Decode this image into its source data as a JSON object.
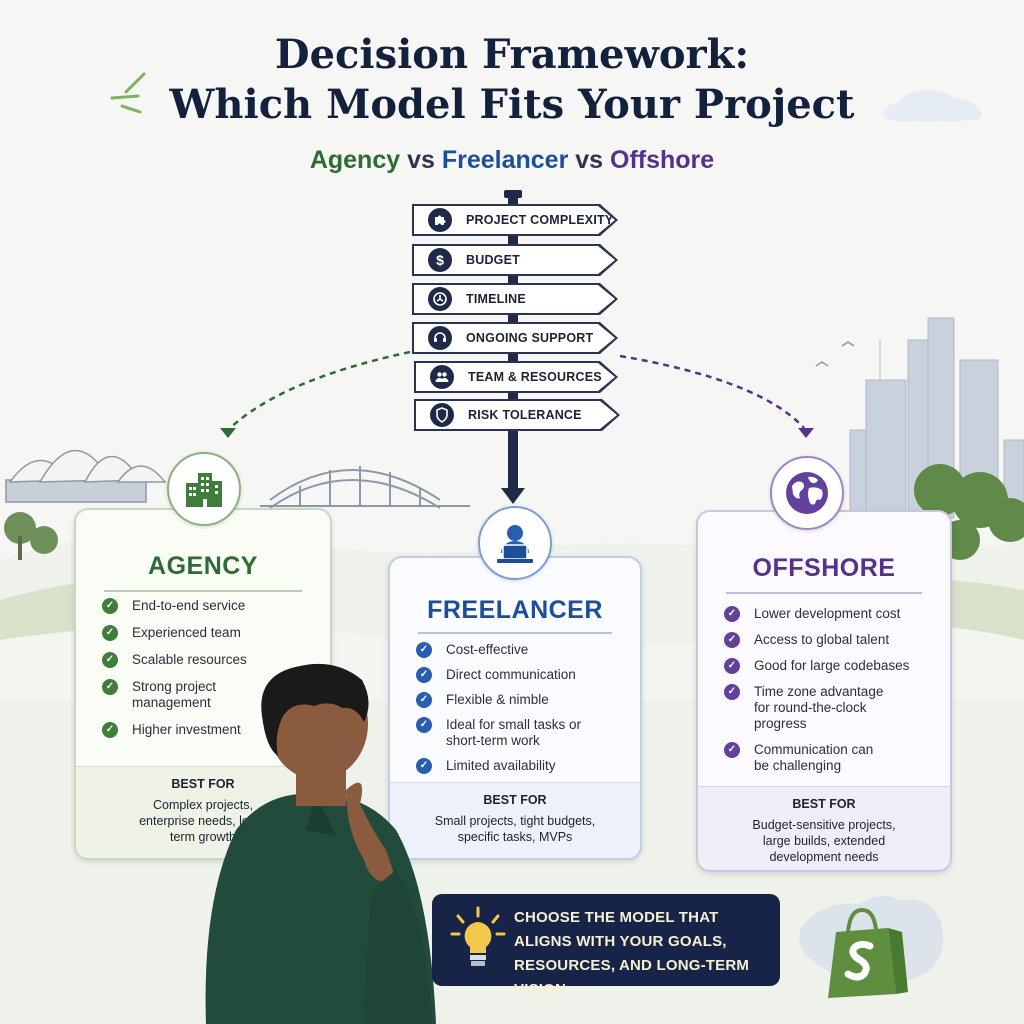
{
  "header": {
    "title_line1": "Decision Framework:",
    "title_line2": "Which Model Fits Your Project",
    "subtitle_agency": "Agency",
    "subtitle_vs1": " vs ",
    "subtitle_freelancer": "Freelancer",
    "subtitle_vs2": " vs ",
    "subtitle_offshore": "Offshore"
  },
  "signpost": {
    "signs": [
      {
        "label": "PROJECT COMPLEXITY",
        "icon": "puzzle-icon"
      },
      {
        "label": "BUDGET",
        "icon": "dollar-icon"
      },
      {
        "label": "TIMELINE",
        "icon": "clock-icon"
      },
      {
        "label": "ONGOING SUPPORT",
        "icon": "headset-icon"
      },
      {
        "label": "TEAM & RESOURCES",
        "icon": "team-icon"
      },
      {
        "label": "RISK TOLERANCE",
        "icon": "shield-icon"
      }
    ]
  },
  "cards": {
    "agency": {
      "title": "AGENCY",
      "icon": "building-icon",
      "color": "#2f6b32",
      "items": [
        "End-to-end service",
        "Experienced team",
        "Scalable resources",
        "Strong project management",
        "Higher investment"
      ],
      "best_for_label": "BEST FOR",
      "best_for": "Complex projects, enterprise needs, long-term growth"
    },
    "freelancer": {
      "title": "FREELANCER",
      "icon": "laptop-user-icon",
      "color": "#1d4e9a",
      "items": [
        "Cost-effective",
        "Direct communication",
        "Flexible & nimble",
        "Ideal for small tasks or short-term work",
        "Limited availability"
      ],
      "best_for_label": "BEST FOR",
      "best_for": "Small projects, tight budgets, specific tasks, MVPs"
    },
    "offshore": {
      "title": "OFFSHORE",
      "icon": "globe-icon",
      "color": "#55318a",
      "items": [
        "Lower development cost",
        "Access to global talent",
        "Good for large codebases",
        "Time zone advantage for round-the-clock progress",
        "Communication can be challenging"
      ],
      "best_for_label": "BEST FOR",
      "best_for": "Budget-sensitive projects, large builds, extended development needs"
    }
  },
  "callout": {
    "text": "CHOOSE THE MODEL THAT ALIGNS WITH YOUR GOALS, RESOURCES, AND LONG-TERM VISION.",
    "icon": "lightbulb-icon"
  },
  "logo": {
    "icon": "shopify-bag-icon"
  }
}
